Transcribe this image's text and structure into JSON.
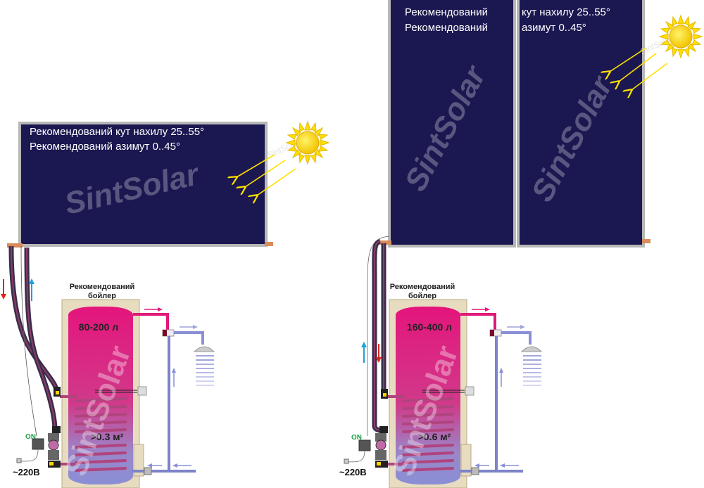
{
  "watermark": "SintSolar",
  "left_system": {
    "panel_text_tilt": "Рекомендований кут нахилу 25..55°",
    "panel_text_azimuth": "Рекомендований азимут 0..45°",
    "boiler_label_line1": "Рекомендований",
    "boiler_label_line2": "бойлер",
    "volume": "80-200 л",
    "coil_area": ">0.3 м²",
    "controller_state": "ON",
    "voltage": "~220В"
  },
  "right_system": {
    "panel1_text_line1": "Рекомендований",
    "panel1_text_line2": "Рекомендований",
    "panel2_text_line1": "кут нахилу 25..55°",
    "panel2_text_line2": "азимут 0..45°",
    "boiler_label_line1": "Рекомендований",
    "boiler_label_line2": "бойлер",
    "volume": "160-400 л",
    "coil_area": ">0.6 м²",
    "controller_state": "ON",
    "voltage": "~220В"
  },
  "colors": {
    "panel": "#1b1750",
    "hot_water": "#e0197a",
    "cold_water": "#8a8fd6",
    "boiler_casing": "#e8dcc0",
    "sun": "#ffe000",
    "arrow_down": "#e2231a",
    "arrow_up": "#1ea0dc"
  }
}
